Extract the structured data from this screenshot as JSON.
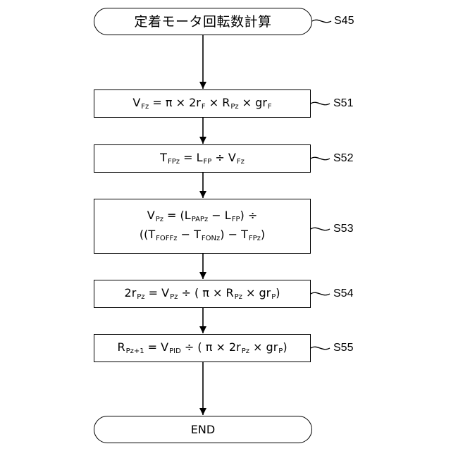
{
  "start": {
    "text": "定着モータ回転数計算",
    "step": "S45"
  },
  "steps": [
    {
      "id": "S51",
      "lines": [
        [
          {
            "t": "V"
          },
          {
            "s": "Fz"
          },
          {
            "t": " = π × 2r"
          },
          {
            "s": "F"
          },
          {
            "t": " × R"
          },
          {
            "s": "Pz"
          },
          {
            "t": " × gr"
          },
          {
            "s": "F"
          }
        ]
      ]
    },
    {
      "id": "S52",
      "lines": [
        [
          {
            "t": "T"
          },
          {
            "s": "FPz"
          },
          {
            "t": " = L"
          },
          {
            "s": "FP"
          },
          {
            "t": " ÷ V"
          },
          {
            "s": "Fz"
          }
        ]
      ]
    },
    {
      "id": "S53",
      "lines": [
        [
          {
            "t": "V"
          },
          {
            "s": "Pz"
          },
          {
            "t": " = (L"
          },
          {
            "s": "PAPz"
          },
          {
            "t": " − L"
          },
          {
            "s": "FP"
          },
          {
            "t": ") ÷"
          }
        ],
        [
          {
            "t": "((T"
          },
          {
            "s": "FOFFz"
          },
          {
            "t": " − T"
          },
          {
            "s": "FONz"
          },
          {
            "t": ") − T"
          },
          {
            "s": "FPz"
          },
          {
            "t": ")"
          }
        ]
      ]
    },
    {
      "id": "S54",
      "lines": [
        [
          {
            "t": "2r"
          },
          {
            "s": "Pz"
          },
          {
            "t": " = V"
          },
          {
            "s": "Pz"
          },
          {
            "t": " ÷ ( π × R"
          },
          {
            "s": "Pz"
          },
          {
            "t": " × gr"
          },
          {
            "s": "P"
          },
          {
            "t": ")"
          }
        ]
      ]
    },
    {
      "id": "S55",
      "lines": [
        [
          {
            "t": "R"
          },
          {
            "s": "Pz+1"
          },
          {
            "t": " = V"
          },
          {
            "s": "PID"
          },
          {
            "t": " ÷ ( π × 2r"
          },
          {
            "s": "Pz"
          },
          {
            "t": " × gr"
          },
          {
            "s": "P"
          },
          {
            "t": ")"
          }
        ]
      ]
    }
  ],
  "end": {
    "text": "END"
  }
}
